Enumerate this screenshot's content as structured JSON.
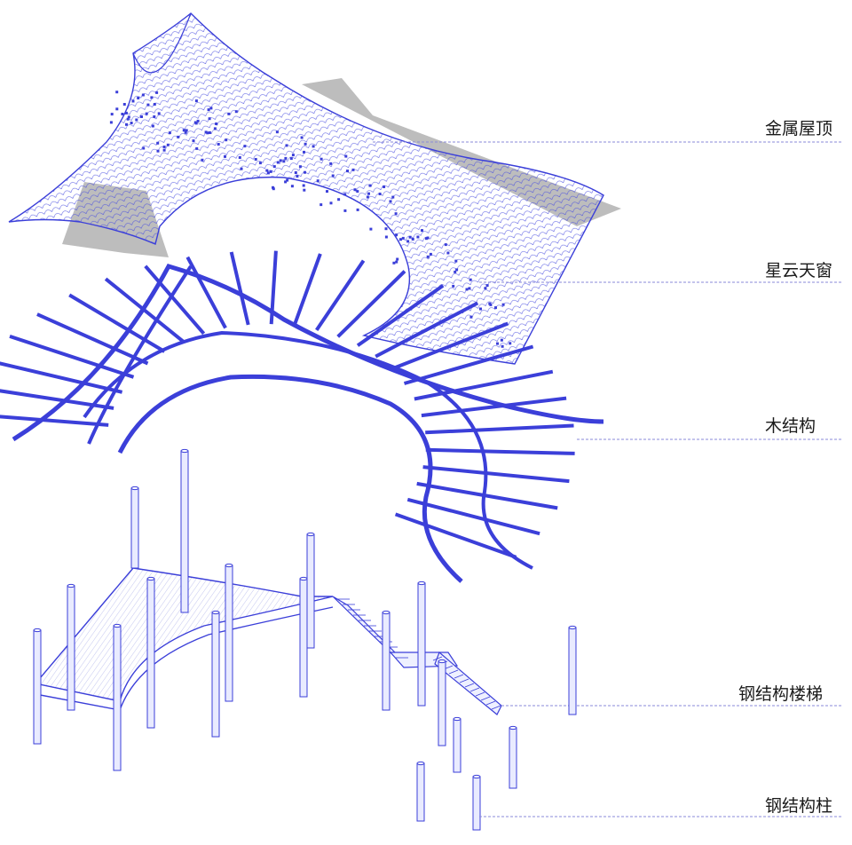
{
  "labels": {
    "roof": "金属屋顶",
    "skylight": "星云天窗",
    "wood": "木结构",
    "stair": "钢结构楼梯",
    "column": "钢结构柱"
  },
  "colors": {
    "line": "#3b3fd9",
    "fill_light": "#eef0ff",
    "shadow": "#bdbdbd",
    "leader": "#8a8ad8"
  }
}
